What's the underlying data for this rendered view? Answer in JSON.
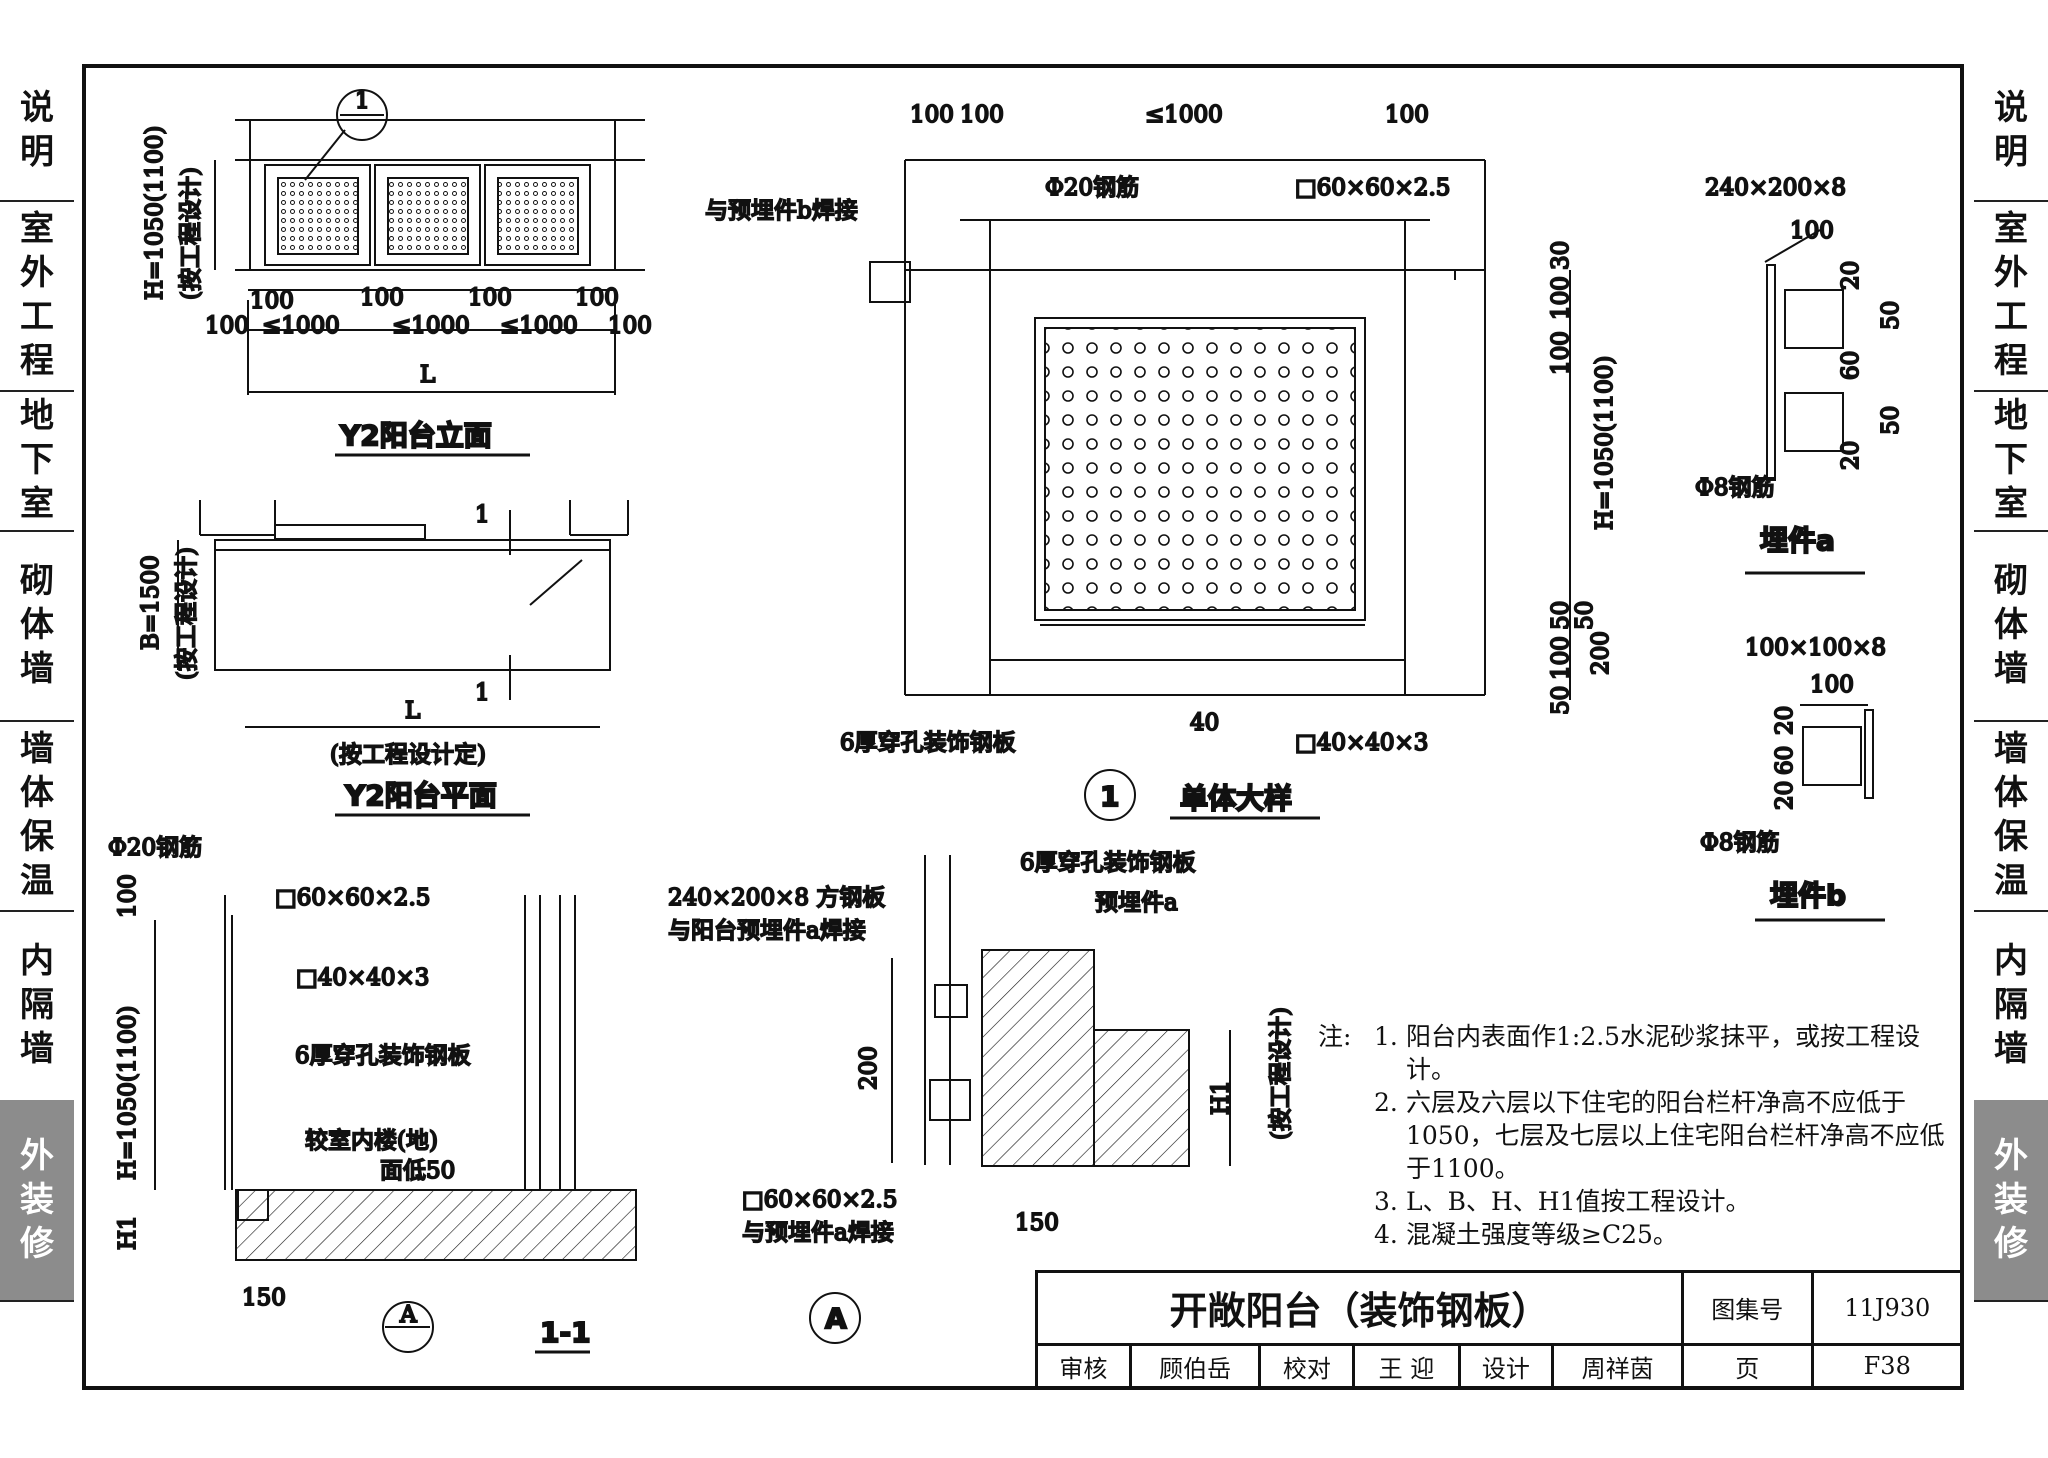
{
  "side_tabs": {
    "left": [
      {
        "label": "说明"
      },
      {
        "label": "室外工程"
      },
      {
        "label": "地下室"
      },
      {
        "label": "砌体墙"
      },
      {
        "label": "墙体保温"
      },
      {
        "label": "内隔墙"
      },
      {
        "label": "外装修",
        "active": true
      }
    ],
    "right": [
      {
        "label": "说明"
      },
      {
        "label": "室外工程"
      },
      {
        "label": "地下室"
      },
      {
        "label": "砌体墙"
      },
      {
        "label": "墙体保温"
      },
      {
        "label": "内隔墙"
      },
      {
        "label": "外装修",
        "active": true
      }
    ]
  },
  "elevation": {
    "title": "Y2阳台立面",
    "section_mark": "1",
    "height_label": "H=1050(1100)",
    "height_note": "(按工程设计)",
    "dims_top": [
      "100",
      "100",
      "100",
      "100"
    ],
    "dims_bottom": [
      "100",
      "≤1000",
      "≤1000",
      "≤1000",
      "100"
    ],
    "length": "L"
  },
  "plan": {
    "title": "Y2阳台平面",
    "width_label": "B=1500",
    "width_note": "(按工程设计)",
    "length": "L",
    "length_note": "(按工程设计定)",
    "section_mark": "1"
  },
  "detail1": {
    "title": "单体大样",
    "number": "1",
    "dims_top": [
      "100",
      "100",
      "≤1000",
      "100"
    ],
    "rebar": "Φ20钢筋",
    "tube_top": "□60×60×2.5",
    "weld_b": "与预埋件b焊接",
    "plate": "6厚穿孔装饰钢板",
    "tube_small": "□40×40×3",
    "dim_40": "40",
    "height_label": "H=1050(1100)",
    "right_dims": [
      "30",
      "100",
      "100",
      "50",
      "50",
      "100",
      "50",
      "200"
    ]
  },
  "embed_a": {
    "title": "埋件a",
    "plate": "240×200×8",
    "width": "100",
    "dims": [
      "20",
      "50",
      "60",
      "50",
      "20"
    ],
    "rebar": "Φ8钢筋"
  },
  "embed_b": {
    "title": "埋件b",
    "plate": "100×100×8",
    "width": "100",
    "dims": [
      "20",
      "60",
      "20"
    ],
    "rebar": "Φ8钢筋"
  },
  "section11": {
    "title": "1-1",
    "rebar": "Φ20钢筋",
    "tube_top": "□60×60×2.5",
    "tube_small": "□40×40×3",
    "plate": "6厚穿孔装饰钢板",
    "floor_note_1": "较室内楼(地)",
    "floor_note_2": "面低50",
    "height_label": "H=1050(1100)",
    "dim_100": "100",
    "h1": "H1",
    "dim_150": "150",
    "callout": "A"
  },
  "detailA": {
    "label": "A",
    "plate": "6厚穿孔装饰钢板",
    "square_plate_1": "240×200×8 方钢板",
    "square_plate_2": "与阳台预埋件a焊接",
    "embed": "预埋件a",
    "tube": "□60×60×2.5",
    "tube_weld": "与预埋件a焊接",
    "dim_200": "200",
    "dim_150": "150",
    "h1": "H1",
    "h1_note": "(按工程设计)"
  },
  "notes": {
    "heading": "注:",
    "items": [
      "阳台内表面作1:2.5水泥砂浆抹平，或按工程设计。",
      "六层及六层以下住宅的阳台栏杆净高不应低于1050，七层及七层以上住宅阳台栏杆净高不应低于1100。",
      "L、B、H、H1值按工程设计。",
      "混凝土强度等级≥C25。"
    ]
  },
  "title_block": {
    "title": "开敞阳台（装饰钢板）",
    "atlas_label": "图集号",
    "atlas_no": "11J930",
    "review_label": "审核",
    "reviewer": "顾伯岳",
    "check_label": "校对",
    "checker": "王 迎",
    "design_label": "设计",
    "designer": "周祥茵",
    "page_label": "页",
    "page_no": "F38"
  }
}
